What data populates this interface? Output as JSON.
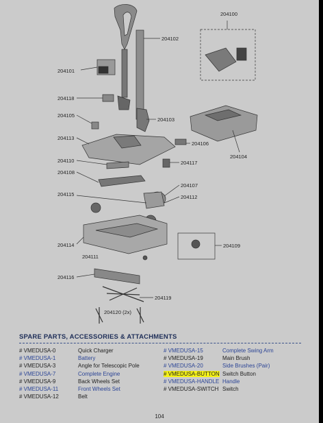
{
  "diagram": {
    "labels": [
      "204100",
      "204102",
      "204101",
      "204118",
      "204105",
      "204103",
      "204113",
      "204106",
      "204104",
      "204110",
      "204117",
      "204108",
      "204107",
      "204115",
      "204112",
      "204114",
      "204109",
      "204111",
      "204116",
      "204119",
      "204120 (2x)"
    ]
  },
  "section_title": "SPARE PARTS, ACCESSORIES & ATTACHMENTS",
  "parts_left": [
    {
      "code": "# VMEDUSA-0",
      "name": "Quick Charger",
      "link": false
    },
    {
      "code": "# VMEDUSA-1",
      "name": "Battery",
      "link": true
    },
    {
      "code": "# VMEDUSA-3",
      "name": "Angle for Telescopic Pole",
      "link": false
    },
    {
      "code": "# VMEDUSA-7",
      "name": "Complete Engine",
      "link": true
    },
    {
      "code": "# VMEDUSA-9",
      "name": "Back Wheels Set",
      "link": false
    },
    {
      "code": "# VMEDUSA-11",
      "name": "Front Wheels Set",
      "link": true
    },
    {
      "code": "# VMEDUSA-12",
      "name": "Belt",
      "link": false
    }
  ],
  "parts_right": [
    {
      "code": "# VMEDUSA-15",
      "name": "Complete Swing Arm",
      "link": true
    },
    {
      "code": "# VMEDUSA-19",
      "name": "Main Brush",
      "link": false
    },
    {
      "code": "# VMEDUSA-20",
      "name": "Side Brushes (Pair)",
      "link": true
    },
    {
      "code": "# VMEDUSA-BUTTON",
      "name": "Switch Button",
      "link": false,
      "highlight": true
    },
    {
      "code": "# VMEDUSA-HANDLE",
      "name": "Handle",
      "link": true
    },
    {
      "code": "# VMEDUSA-SWITCH",
      "name": "Switch",
      "link": false
    }
  ],
  "page_number": "104",
  "colors": {
    "link": "#2c4596",
    "highlight": "#f5f218",
    "title": "#1e2e58",
    "page": "#cbcbcb"
  }
}
